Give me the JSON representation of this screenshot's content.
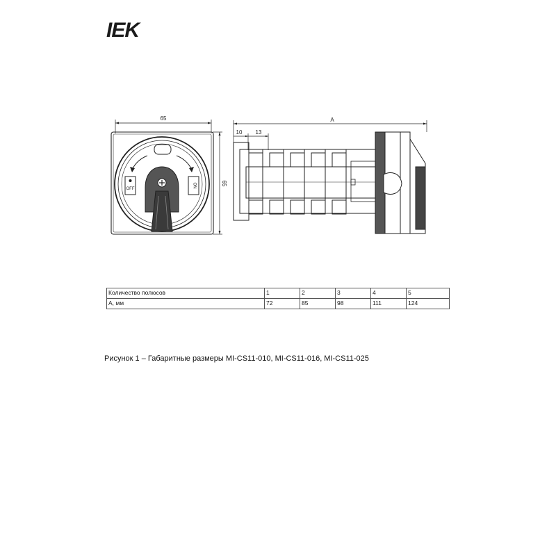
{
  "logo": {
    "text": "IEK"
  },
  "drawing": {
    "front_width": "65",
    "front_height": "65",
    "off_label": "OFF",
    "on_label": "ON",
    "dim_a": "A",
    "dim_10": "10",
    "dim_13": "13"
  },
  "table": {
    "rows": [
      {
        "label": "Количество полюсов",
        "values": [
          "1",
          "2",
          "3",
          "4",
          "5"
        ]
      },
      {
        "label": "A, мм",
        "values": [
          "72",
          "85",
          "98",
          "111",
          "124"
        ]
      }
    ]
  },
  "caption": "Рисунок 1 – Габаритные размеры MI-CS11-010, MI-CS11-016, MI-CS11-025"
}
